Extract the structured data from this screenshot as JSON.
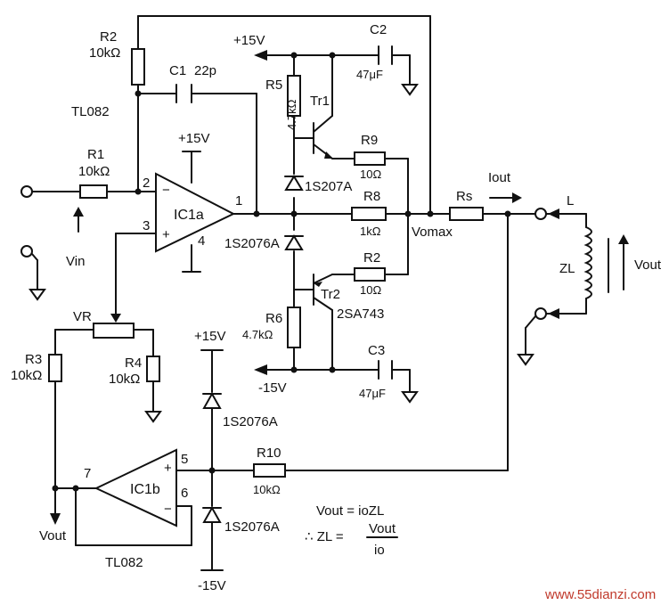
{
  "labels": {
    "r2": "R2",
    "r2_val": "10kΩ",
    "c1": "C1",
    "c1_val": "22p",
    "plus15_top": "+15V",
    "c2": "C2",
    "c2_val": "47μF",
    "r5": "R5",
    "r5_val": "4.7kΩ",
    "tr1": "Tr1",
    "r9": "R9",
    "r9_val": "10Ω",
    "ic_part": "TL082",
    "ic_supply": "+15V",
    "r1": "R1",
    "r1_val": "10kΩ",
    "pin2": "2",
    "pin3": "3",
    "pin1": "1",
    "pin4": "4",
    "ic1a": "IC1a",
    "d1": "1S207A",
    "r8": "R8",
    "r8_val": "1kΩ",
    "rs": "Rs",
    "iout": "Iout",
    "l": "L",
    "vomax": "Vomax",
    "d2": "1S2076A",
    "vin": "Vin",
    "zl": "ZL",
    "vout_right": "Vout",
    "r2b": "R2",
    "r2b_val": "10Ω",
    "tr2": "Tr2",
    "tr2_part": "2SA743",
    "vr": "VR",
    "r6": "R6",
    "r6_val": "4.7kΩ",
    "plus15_mid": "+15V",
    "r3": "R3",
    "r3_val": "10kΩ",
    "r4": "R4",
    "r4_val": "10kΩ",
    "minus15_mid": "-15V",
    "c3": "C3",
    "c3_val": "47μF",
    "d3": "1S2076A",
    "r10": "R10",
    "r10_val": "10kΩ",
    "pin7": "7",
    "pin5": "5",
    "pin6": "6",
    "ic1b": "IC1b",
    "vout_left": "Vout",
    "d4": "1S2076A",
    "ic_part_bottom": "TL082",
    "minus15_bottom": "-15V",
    "eq1": "Vout = ioZL",
    "eq2_prefix": "∴ ZL =",
    "eq2_num": "Vout",
    "eq2_den": "io",
    "watermark": "www.55dianzi.com"
  }
}
